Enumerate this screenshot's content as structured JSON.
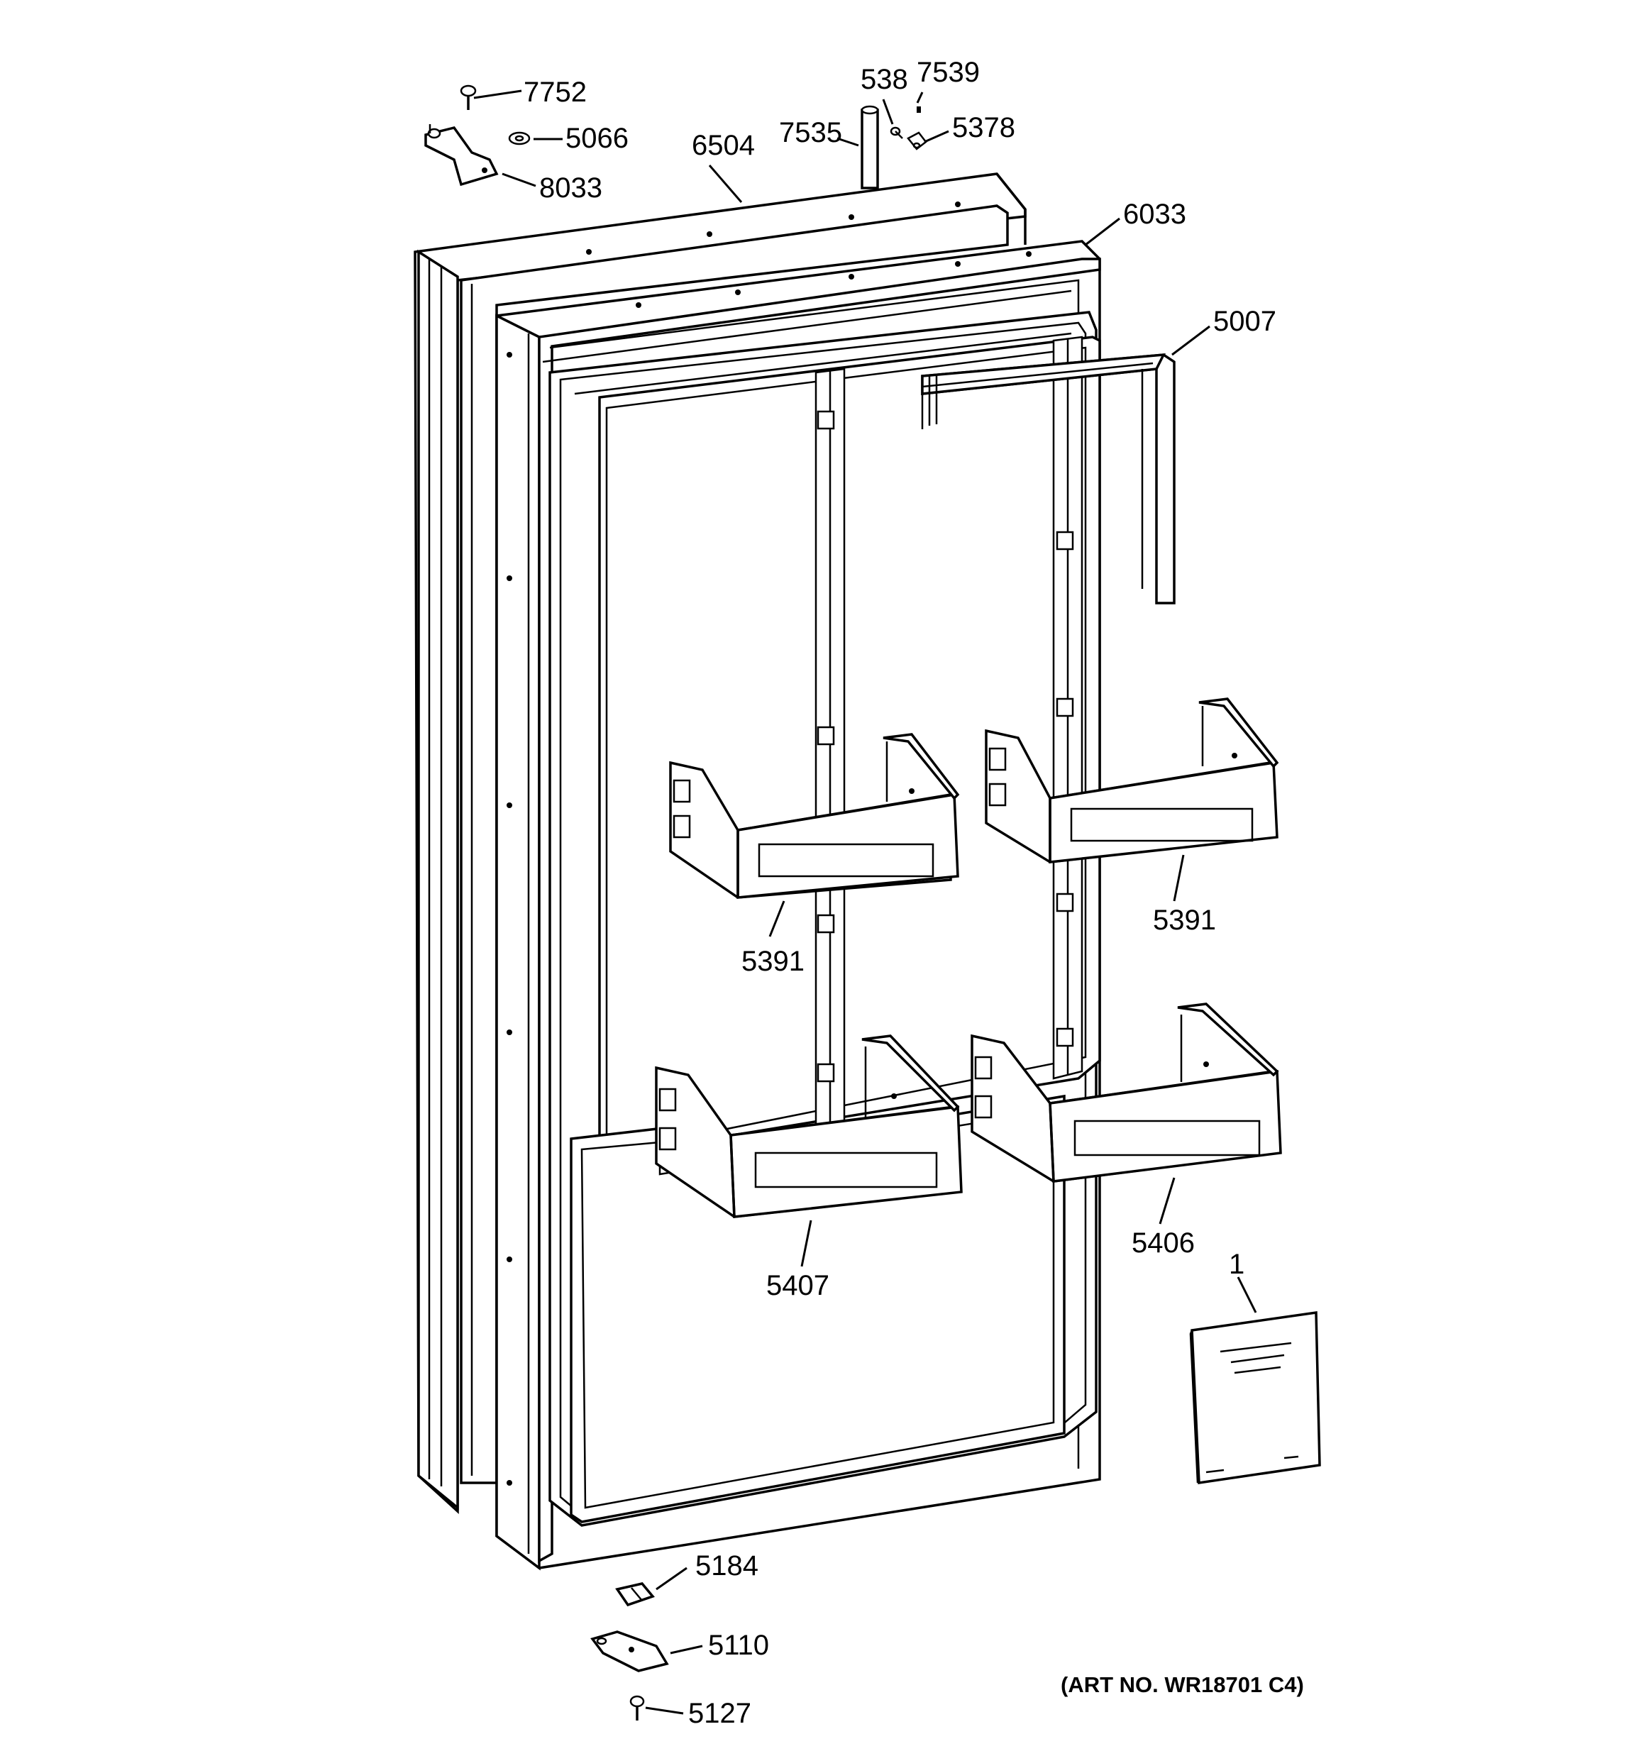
{
  "parts": [
    {
      "id": "p7752",
      "label": "7752"
    },
    {
      "id": "p5066",
      "label": "5066"
    },
    {
      "id": "p8033",
      "label": "8033"
    },
    {
      "id": "p6504",
      "label": "6504"
    },
    {
      "id": "p7535",
      "label": "7535"
    },
    {
      "id": "p538",
      "label": "538"
    },
    {
      "id": "p7539",
      "label": "7539"
    },
    {
      "id": "p5378",
      "label": "5378"
    },
    {
      "id": "p6033",
      "label": "6033"
    },
    {
      "id": "p5007",
      "label": "5007"
    },
    {
      "id": "p5391a",
      "label": "5391"
    },
    {
      "id": "p5391b",
      "label": "5391"
    },
    {
      "id": "p5407",
      "label": "5407"
    },
    {
      "id": "p5406",
      "label": "5406"
    },
    {
      "id": "p1",
      "label": "1"
    },
    {
      "id": "p5184",
      "label": "5184"
    },
    {
      "id": "p5110",
      "label": "5110"
    },
    {
      "id": "p5127",
      "label": "5127"
    }
  ],
  "art_number": "(ART NO. WR18701 C4)"
}
